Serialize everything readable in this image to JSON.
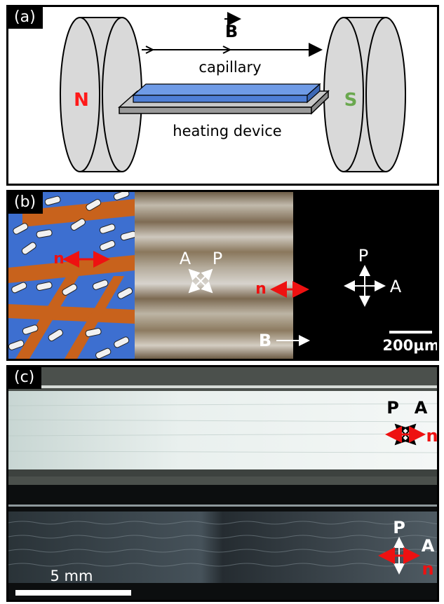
{
  "panel_a": {
    "tag": "(a)",
    "field_label": "B",
    "capillary_label": "capillary",
    "heating_label": "heating device",
    "north_label": "N",
    "south_label": "S",
    "colors": {
      "north": "#ff1a1a",
      "south": "#6aa84f",
      "capillary": "#4f7fd6",
      "magnet": "#d9d9d9"
    }
  },
  "panel_b": {
    "tag": "(b)",
    "director_label": "n",
    "analyzer_label": "A",
    "polarizer_label": "P",
    "director_label_right": "n",
    "polarizer_label_right": "P",
    "analyzer_label_right": "A",
    "field_label": "B",
    "scale_label": "200µm",
    "colors": {
      "fiber": "#c8621c",
      "background": "#3d6fd0",
      "director": "#ee1111"
    }
  },
  "panel_c": {
    "tag": "(c)",
    "top_polarizer_label": "P",
    "top_analyzer_label": "A",
    "top_director_label": "n",
    "bottom_polarizer_label": "P",
    "bottom_analyzer_label": "A",
    "bottom_director_label": "n",
    "scale_label": "5 mm"
  }
}
